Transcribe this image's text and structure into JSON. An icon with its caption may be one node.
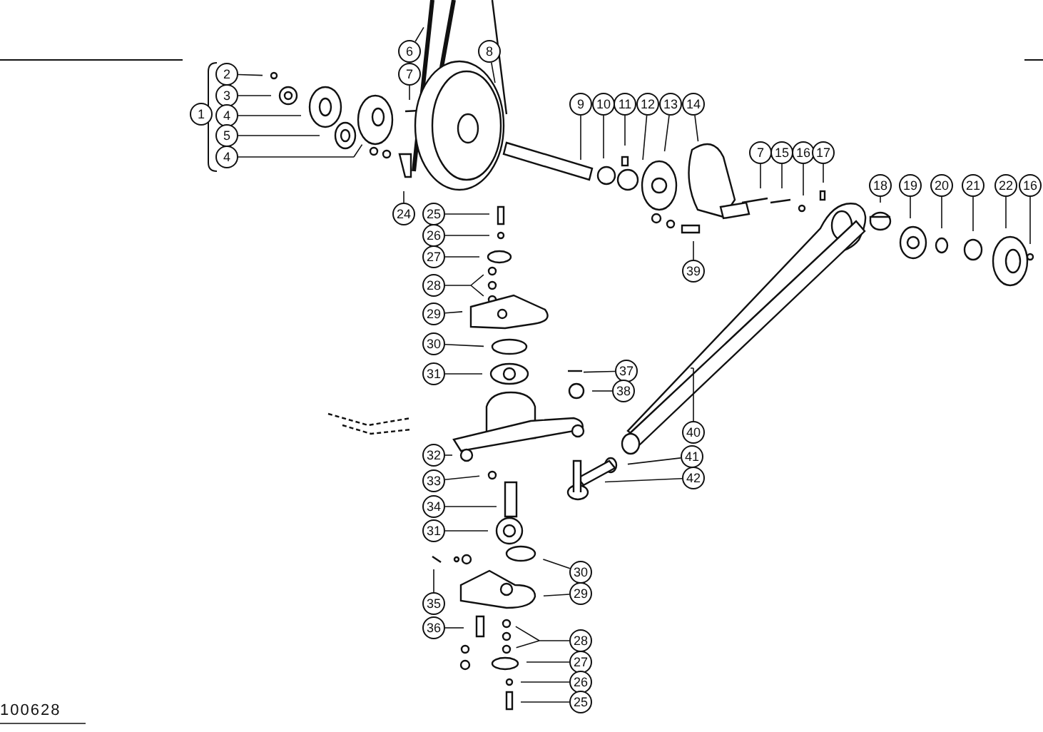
{
  "diagram": {
    "nodes": [
      {
        "text": [
          "2"
        ]
      },
      {
        "text": [
          "3"
        ]
      },
      {
        "text": [
          "4"
        ]
      },
      {
        "text": [
          "5"
        ]
      },
      {
        "text": [
          "4"
        ]
      },
      {
        "text": [
          "6"
        ]
      },
      {
        "text": [
          "7"
        ]
      },
      {
        "text": [
          "8"
        ]
      },
      {
        "text": [
          "9"
        ]
      },
      {
        "text": [
          "10"
        ]
      },
      {
        "text": [
          "11"
        ]
      },
      {
        "text": [
          "12"
        ]
      },
      {
        "text": [
          "13"
        ]
      },
      {
        "text": [
          "14"
        ]
      },
      {
        "text": [
          "24"
        ]
      },
      {
        "text": [
          "25"
        ]
      },
      {
        "text": [
          "26"
        ]
      },
      {
        "text": [
          "27"
        ]
      },
      {
        "text": [
          "28"
        ]
      },
      {
        "text": [
          "29"
        ]
      },
      {
        "text": [
          "30"
        ]
      },
      {
        "text": [
          "7"
        ]
      },
      {
        "text": [
          "15"
        ]
      },
      {
        "text": [
          "16"
        ]
      },
      {
        "text": [
          "17"
        ]
      },
      {
        "text": [
          "18"
        ]
      },
      {
        "text": [
          "19"
        ]
      },
      {
        "text": [
          "20"
        ]
      },
      {
        "text": [
          "21"
        ]
      },
      {
        "text": [
          "22"
        ]
      },
      {
        "text": [
          "16"
        ]
      },
      {
        "text": [
          "39"
        ]
      },
      {
        "text": [
          "31"
        ]
      },
      {
        "text": [
          "37"
        ]
      },
      {
        "text": [
          "38"
        ]
      },
      {
        "text": [
          "40"
        ]
      },
      {
        "text": [
          "41"
        ]
      },
      {
        "text": [
          "32"
        ]
      },
      {
        "text": [
          "42"
        ]
      },
      {
        "text": [
          "33"
        ]
      },
      {
        "text": [
          "34"
        ]
      },
      {
        "text": [
          "31"
        ]
      },
      {
        "text": [
          "35"
        ]
      },
      {
        "text": [
          "30"
        ]
      },
      {
        "text": [
          "29"
        ]
      },
      {
        "text": [
          "36"
        ]
      },
      {
        "text": [
          "28"
        ]
      },
      {
        "text": [
          "27"
        ]
      },
      {
        "text": [
          "26"
        ]
      },
      {
        "text": [
          "25"
        ]
      },
      {
        "text": [
          "1"
        ]
      }
    ],
    "edges": [
      {
        "from": 0,
        "to": null,
        "arrow": "none"
      },
      {
        "from": 1,
        "to": null,
        "arrow": "none"
      },
      {
        "from": 2,
        "to": null,
        "arrow": "none"
      },
      {
        "from": 3,
        "to": null,
        "arrow": "none"
      },
      {
        "from": 4,
        "to": null,
        "arrow": "none"
      },
      {
        "from": 5,
        "to": null,
        "arrow": "none"
      },
      {
        "from": 6,
        "to": null,
        "arrow": "none"
      },
      {
        "from": 7,
        "to": null,
        "arrow": "none"
      },
      {
        "from": 8,
        "to": null,
        "arrow": "none"
      },
      {
        "from": 9,
        "to": null,
        "arrow": "none"
      },
      {
        "from": 10,
        "to": null,
        "arrow": "none"
      },
      {
        "from": 11,
        "to": null,
        "arrow": "none"
      },
      {
        "from": 12,
        "to": null,
        "arrow": "none"
      },
      {
        "from": 13,
        "to": null,
        "arrow": "none"
      },
      {
        "from": 14,
        "to": null,
        "arrow": "none"
      },
      {
        "from": 15,
        "to": null,
        "arrow": "none"
      },
      {
        "from": 16,
        "to": null,
        "arrow": "none"
      },
      {
        "from": 17,
        "to": null,
        "arrow": "none"
      },
      {
        "from": 18,
        "to": null,
        "arrow": "none"
      },
      {
        "from": 19,
        "to": null,
        "arrow": "none"
      },
      {
        "from": 20,
        "to": null,
        "arrow": "none"
      },
      {
        "from": 21,
        "to": null,
        "arrow": "none"
      },
      {
        "from": 22,
        "to": null,
        "arrow": "none"
      },
      {
        "from": 23,
        "to": null,
        "arrow": "none"
      },
      {
        "from": 24,
        "to": null,
        "arrow": "none"
      },
      {
        "from": 25,
        "to": null,
        "arrow": "none"
      },
      {
        "from": 26,
        "to": null,
        "arrow": "none"
      },
      {
        "from": 27,
        "to": null,
        "arrow": "none"
      },
      {
        "from": 28,
        "to": null,
        "arrow": "none"
      },
      {
        "from": 29,
        "to": null,
        "arrow": "none"
      },
      {
        "from": 30,
        "to": null,
        "arrow": "none"
      },
      {
        "from": 31,
        "to": null,
        "arrow": "none"
      },
      {
        "from": 32,
        "to": null,
        "arrow": "none"
      },
      {
        "from": 33,
        "to": null,
        "arrow": "none"
      },
      {
        "from": 34,
        "to": null,
        "arrow": "none"
      },
      {
        "from": 35,
        "to": null,
        "arrow": "none"
      },
      {
        "from": 36,
        "to": null,
        "arrow": "none"
      },
      {
        "from": 37,
        "to": null,
        "arrow": "none"
      },
      {
        "from": 38,
        "to": null,
        "arrow": "none"
      },
      {
        "from": 39,
        "to": null,
        "arrow": "none"
      },
      {
        "from": 40,
        "to": null,
        "arrow": "none"
      },
      {
        "from": 41,
        "to": null,
        "arrow": "none"
      },
      {
        "from": 42,
        "to": null,
        "arrow": "none"
      },
      {
        "from": 43,
        "to": null,
        "arrow": "none"
      },
      {
        "from": 44,
        "to": null,
        "arrow": "none"
      },
      {
        "from": 45,
        "to": null,
        "arrow": "none"
      },
      {
        "from": 46,
        "to": null,
        "arrow": "none"
      },
      {
        "from": 47,
        "to": null,
        "arrow": "none"
      },
      {
        "from": 48,
        "to": null,
        "arrow": "none"
      },
      {
        "from": 49,
        "to": null,
        "arrow": "none"
      }
    ],
    "labels": [
      "100628"
    ]
  }
}
